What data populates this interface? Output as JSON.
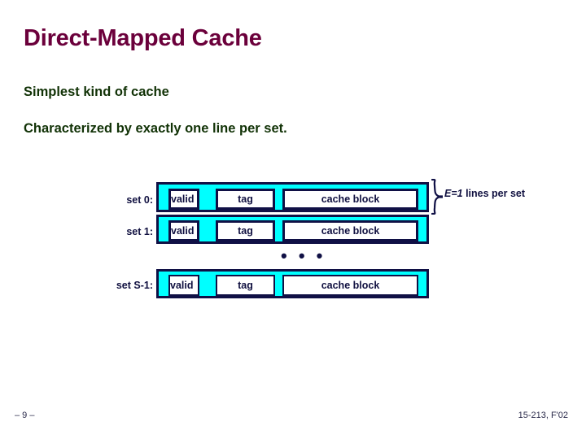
{
  "slide": {
    "title": "Direct-Mapped Cache",
    "bullets": [
      "Simplest kind of cache",
      "Characterized by exactly one line per set."
    ]
  },
  "diagram": {
    "rows": [
      {
        "set_label": "set 0:",
        "valid": "valid",
        "tag": "tag",
        "block": "cache block"
      },
      {
        "set_label": "set 1:",
        "valid": "valid",
        "tag": "tag",
        "block": "cache block"
      },
      {
        "set_label": "set S-1:",
        "valid": "valid",
        "tag": "tag",
        "block": "cache block"
      }
    ],
    "ellipsis": "• • •",
    "annotation": {
      "emphasis": "E=1",
      "rest": " lines per set"
    },
    "colors": {
      "row_fill": "#00FFFF",
      "border": "#101045",
      "cell_fill": "#FFFFFF",
      "label_text": "#101040",
      "title_text": "#6B003B",
      "bullet_text": "#113206"
    }
  },
  "footer": {
    "page": "– 9 –",
    "course": "15-213, F'02"
  }
}
